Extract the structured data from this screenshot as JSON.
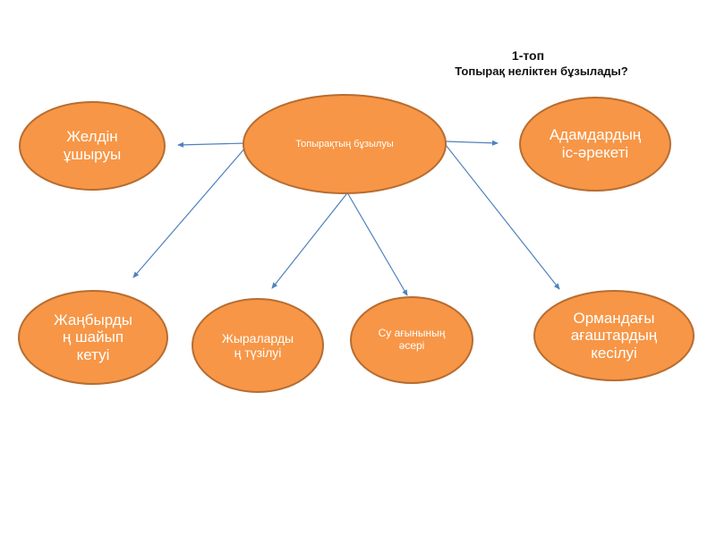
{
  "header": {
    "group": "1-топ",
    "question": "Топырақ неліктен бұзылады?"
  },
  "colors": {
    "node_fill": "#F79646",
    "node_stroke": "#B66D31",
    "arrow": "#4F81BD",
    "text": "#FFFFFF"
  },
  "nodes": {
    "center": {
      "label": "Топырақтың бұзылуы"
    },
    "wind": {
      "label": "Желдін\nұшыруы"
    },
    "human": {
      "label": "Адамдардың\nіс-әрекеті"
    },
    "rain": {
      "label": "Жаңбырды\nң шайып\nкетуі"
    },
    "ravine": {
      "label": "Жыраларды\nң түзілуі"
    },
    "water": {
      "label": "Су ағынының\nәсері"
    },
    "forest": {
      "label": "Ормандағы\nағаштардың\nкесілуі"
    }
  },
  "edges": [
    {
      "from": "center",
      "to": "wind"
    },
    {
      "from": "center",
      "to": "human"
    },
    {
      "from": "center",
      "to": "rain"
    },
    {
      "from": "center",
      "to": "ravine"
    },
    {
      "from": "center",
      "to": "water"
    },
    {
      "from": "center",
      "to": "forest"
    }
  ]
}
